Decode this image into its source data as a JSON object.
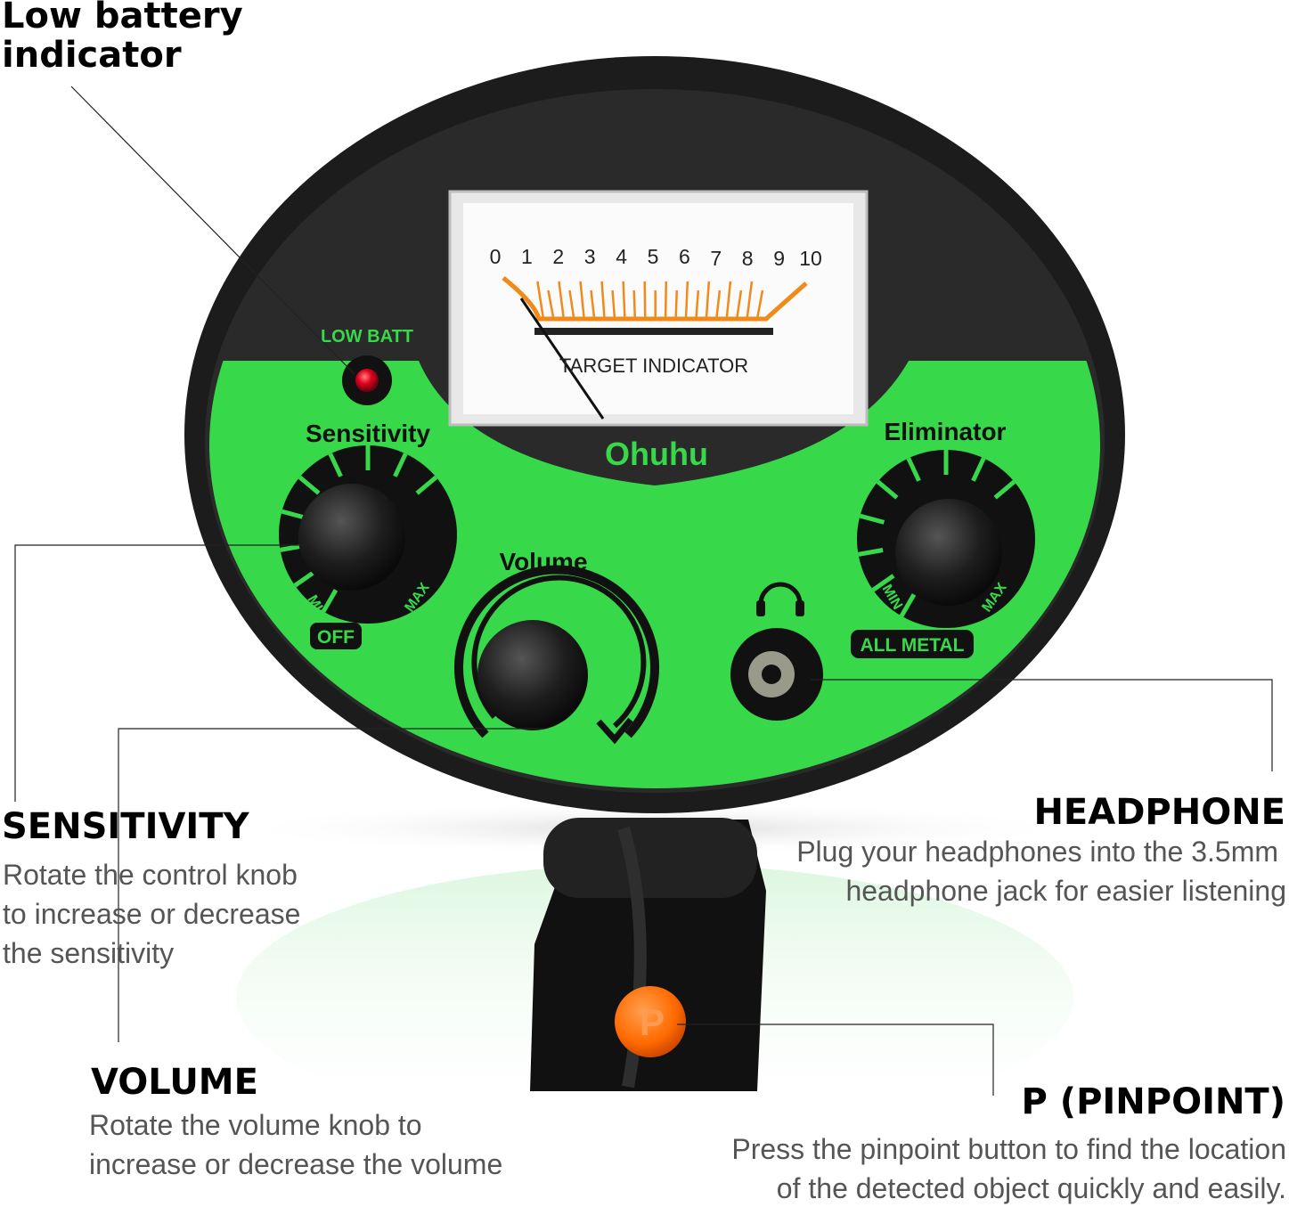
{
  "colors": {
    "panel_green": "#37d84a",
    "body_black": "#1a1a1a",
    "led_red": "#e0001b",
    "button_orange": "#ff6a00",
    "meter_orange": "#f08a1a"
  },
  "device": {
    "low_batt_label": "LOW BATT",
    "meter": {
      "scale": [
        "0",
        "1",
        "2",
        "3",
        "4",
        "5",
        "6",
        "7",
        "8",
        "9",
        "10"
      ],
      "label": "TARGET INDICATOR"
    },
    "brand": "Ohuhu",
    "sensitivity_label": "Sensitivity",
    "eliminator_label": "Eliminator",
    "volume_label": "Volume",
    "min_label": "MIN",
    "max_label": "MAX",
    "off_label": "OFF",
    "all_metal_label": "ALL METAL",
    "pinpoint_button_label": "P",
    "icons": {
      "headphone": "headphone-icon"
    }
  },
  "callouts": {
    "low_battery": {
      "title_line1": "Low battery",
      "title_line2": "indicator"
    },
    "sensitivity": {
      "title": "SENSITIVITY",
      "desc_line1": "Rotate the control knob",
      "desc_line2": "to increase or decrease",
      "desc_line3": "the sensitivity"
    },
    "volume": {
      "title": "VOLUME",
      "desc_line1": "Rotate the volume knob to",
      "desc_line2": "increase or decrease the volume"
    },
    "headphone": {
      "title": "HEADPHONE",
      "desc_line1": "Plug your headphones into the 3.5mm",
      "desc_line2": "headphone jack for easier listening"
    },
    "pinpoint": {
      "title": "P (PINPOINT)",
      "desc_line1": "Press the pinpoint button to find the location",
      "desc_line2": "of the detected object quickly and easily."
    }
  }
}
